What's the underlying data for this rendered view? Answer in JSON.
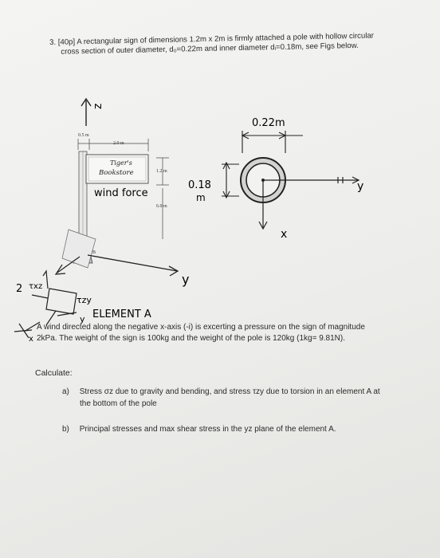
{
  "problem": {
    "number": "3.",
    "points": "[40p]",
    "text_line1": "A rectangular sign of dimensions 1.2m x 2m is firmly attached a pole with hollow circular",
    "text_line2": "cross section of outer diameter, d₀=0.22m and inner diameter dᵢ=0.18m, see Figs below."
  },
  "figure": {
    "z_label": "z",
    "dim_05": "0.5 m",
    "dim_20": "2.0 m",
    "dim_12": "1.2 m",
    "dim_60": "6.0 m",
    "sign_text_1": "Tiger's",
    "sign_text_2": "Bookstore",
    "b_label": "B",
    "hand_wind_force": "wind force",
    "hand_y": "y",
    "hand_018": "0.18",
    "hand_m": "m",
    "hand_022m": "0.22m",
    "hand_y_right": "y",
    "hand_x_right": "x",
    "hand_element_a": "ELEMENT A",
    "hand_z_left": "2",
    "hand_txz": "τxz",
    "hand_tzy": "τzy",
    "hand_y_small": "y",
    "hand_x_small": "x"
  },
  "description": {
    "line1": "A wind directed along the negative x-axis (-i) is excerting a pressure on the sign of magnitude",
    "line2": "2kPa. The weight of the sign is 100kg and the weight of the pole is 120kg (1kg= 9.81N)."
  },
  "calculate": {
    "heading": "Calculate:",
    "a_label": "a)",
    "a_text_line1": "Stress σz due to gravity and bending, and stress τzy due to torsion in an element A at",
    "a_text_line2": "the bottom of the pole",
    "b_label": "b)",
    "b_text": "Principal stresses and max shear stress in the yz plane of the element A."
  }
}
